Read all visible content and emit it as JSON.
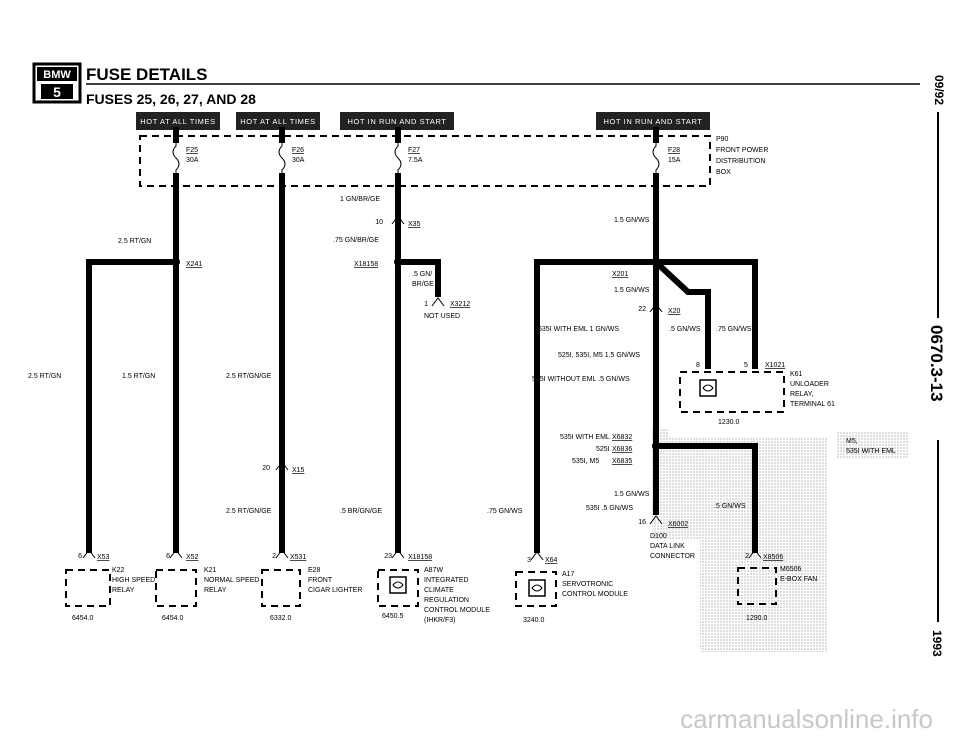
{
  "header": {
    "logo_top": "BMW",
    "logo_bottom": "5",
    "title": "FUSE DETAILS",
    "subtitle": "FUSES 25, 26, 27, AND 28"
  },
  "side": {
    "date": "09/92",
    "code": "0670.3-13",
    "year": "1993"
  },
  "banners": [
    "HOT AT ALL TIMES",
    "HOT AT ALL TIMES",
    "HOT IN RUN AND START",
    "HOT IN RUN AND START"
  ],
  "fuses": [
    {
      "id": "F25",
      "amp": "30A"
    },
    {
      "id": "F26",
      "amp": "30A"
    },
    {
      "id": "F27",
      "amp": "7.5A"
    },
    {
      "id": "F28",
      "amp": "15A"
    }
  ],
  "p90": [
    "P90",
    "FRONT POWER",
    "DISTRIBUTION",
    "BOX"
  ],
  "labels": {
    "w_gnbrge": "1 GN/BR/GE",
    "x35_pin": "10",
    "x35": "X35",
    "w_75gnbrge": ".75 GN/BR/GE",
    "x18158_top": "X18158",
    "w_5gn": ".5 GN/",
    "w_brge": "BR/GE",
    "x3212_pin": "1",
    "x3212": "X3212",
    "not_used": "NOT USED",
    "w_15gnws_top": "1.5 GN/WS",
    "w_25rtgn_a": "2.5 RT/GN",
    "x241": "X241",
    "w_25rtgn_b": "2.5 RT/GN",
    "w_15rtgn": "1.5 RT/GN",
    "w_25rtgnge_a": "2.5 RT/GN/GE",
    "x15_pin": "20",
    "x15": "X15",
    "w_25rtgnge_b": "2.5 RT/GN/GE",
    "w_5brgnge": ".5 BR/GN/GE",
    "w_75gnws_left": ".75 GN/WS",
    "x201": "X201",
    "w_15gnws_b": "1.5 GN/WS",
    "x20_pin": "22",
    "x20": "X20",
    "t_535_eml": "535I WITH EML  1 GN/WS",
    "w_5gnws": ".5 GN/WS",
    "w_75gnws_r": ".75 GN/WS",
    "t_525": "525I, 535I, M5   1.5 GN/WS",
    "t_535_no": "535I WITHOUT EML   .5 GN/WS",
    "x1021_pin8": "8",
    "x1021_pin5": "5",
    "x1021": "X1021",
    "k61": [
      "K61",
      "UNLOADER",
      "RELAY,",
      "TERMINAL 61"
    ],
    "k61_ref": "1230.0",
    "x6832_l": "535I WITH EML",
    "x6832": "X6832",
    "x6836_l": "525I",
    "x6836": "X6836",
    "x6835_l": "535I, M5",
    "x6835": "X6835",
    "w_15gnws_c": "1.5 GN/WS",
    "w_535_5gnws": "535I  .5 GN/WS",
    "w_5gnws_m5": ".5 GN/WS",
    "x6002_pin": "16",
    "x6002": "X6002",
    "d100": [
      "D100",
      "DATA LINK",
      "CONNECTOR"
    ],
    "m5_note": [
      "M5,",
      "535I WITH EML"
    ]
  },
  "components": [
    {
      "pin": "6",
      "conn": "X53",
      "code": "K22",
      "lines": [
        "HIGH SPEED",
        "RELAY"
      ],
      "ref": "6454.0"
    },
    {
      "pin": "6",
      "conn": "X52",
      "code": "K21",
      "lines": [
        "NORMAL SPEED",
        "RELAY"
      ],
      "ref": "6454.0"
    },
    {
      "pin": "2",
      "conn": "X531",
      "code": "E28",
      "lines": [
        "FRONT",
        "CIGAR LIGHTER"
      ],
      "ref": "6332.0"
    },
    {
      "pin": "23",
      "conn": "X18158",
      "code": "A87W",
      "lines": [
        "INTEGRATED",
        "CLIMATE",
        "REGULATION",
        "CONTROL MODULE",
        "(IHKR/F3)"
      ],
      "ref": "6450.5"
    },
    {
      "pin": "3",
      "conn": "X64",
      "code": "A17",
      "lines": [
        "SERVOTRONIC",
        "CONTROL MODULE"
      ],
      "ref": "3240.0"
    },
    {
      "pin": "2",
      "conn": "X8506",
      "code": "M6506",
      "lines": [
        "E-BOX FAN"
      ],
      "ref": "1290.0"
    }
  ],
  "watermark": "carmanualsonline.info"
}
